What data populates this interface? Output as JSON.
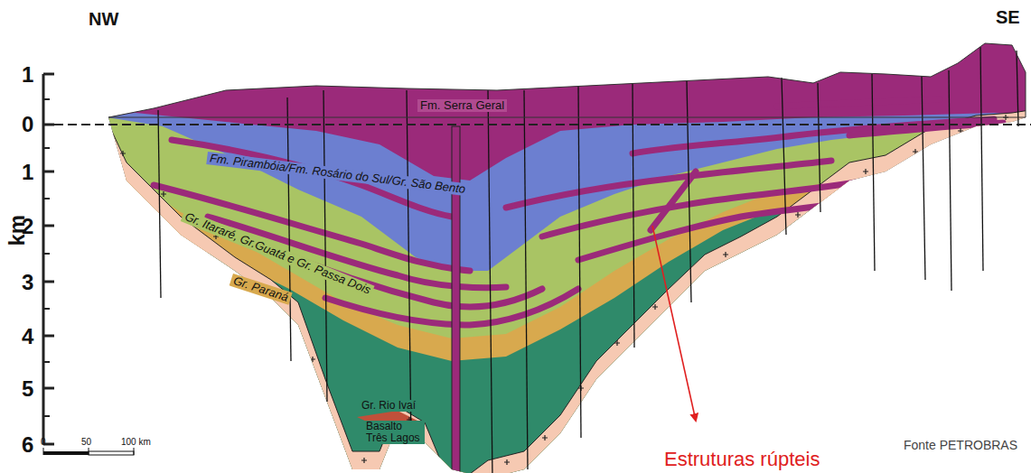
{
  "diagram": {
    "labels": [
      "NW",
      "SE",
      "km",
      "1",
      "0",
      "1",
      "2",
      "3",
      "4",
      "5",
      "6",
      "Fm. Serra Geral",
      "Fm. Pirambóia/Fm. Rosário do Sul/Gr. São Bento",
      "Gr. Itararé, Gr.Guatá e Gr. Passa Dois",
      "Gr. Paraná",
      "Gr. Rio Ivaí",
      "Basalto Três Lagos",
      "0",
      "50",
      "100 km",
      "Fonte PETROBRAS",
      "Estruturas rúpteis"
    ]
  }
}
